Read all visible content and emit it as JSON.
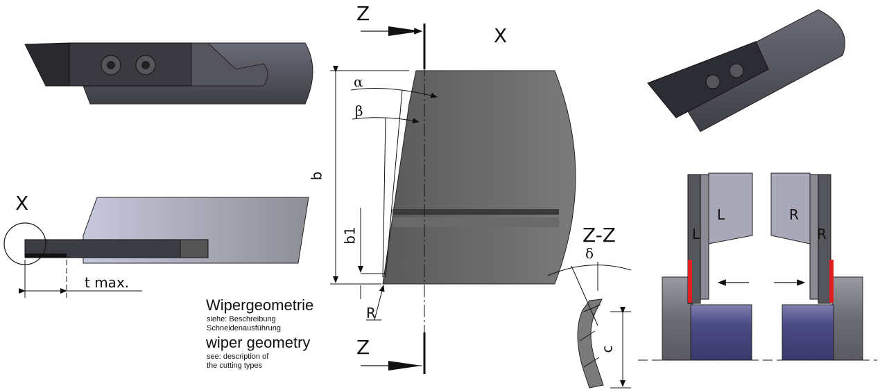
{
  "labels": {
    "section_top": "Z",
    "section_bottom": "Z",
    "view_x_main": "X",
    "view_x_side": "X",
    "dim_b": "b",
    "dim_b1": "b1",
    "dim_r": "R",
    "dim_alpha": "α",
    "dim_beta": "β",
    "dim_t": "t max.",
    "section_zz": "Z-Z",
    "dim_delta": "δ",
    "dim_c": "c",
    "hand_left_outer": "L",
    "hand_left_inner": "L",
    "hand_right_outer": "R",
    "hand_right_inner": "R"
  },
  "notes": {
    "de_title": "Wipergeometrie",
    "de_line1": "siehe: Beschreibung",
    "de_line2": "Schneidenausführung",
    "en_title": "wiper geometry",
    "en_line1": "see: description of",
    "en_line2": "the cutting types"
  },
  "colors": {
    "tool_dark": "#3d3e42",
    "tool_mid": "#7a7a7a",
    "holder_light": "#a8a8b4",
    "workpiece": "#5a5a8a",
    "cut_edge": "#e02020",
    "line": "#111111"
  }
}
